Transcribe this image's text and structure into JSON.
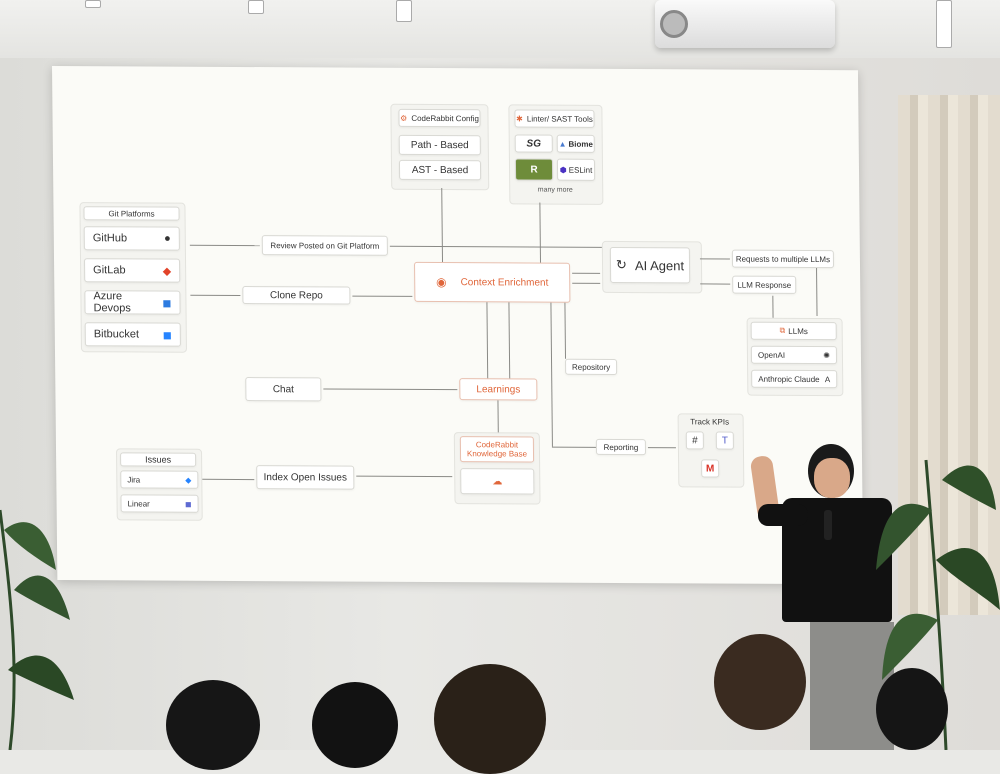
{
  "slide": {
    "config": {
      "title": "CodeRabbit Config",
      "items": [
        "Path - Based",
        "AST - Based"
      ]
    },
    "linters": {
      "title": "Linter/ SAST Tools",
      "tools": [
        "SG",
        "Biome",
        "R",
        "ESLint"
      ],
      "more": "many more"
    },
    "git": {
      "title": "Git Platforms",
      "items": [
        "GitHub",
        "GitLab",
        "Azure Devops",
        "Bitbucket"
      ]
    },
    "review_posted": "Review Posted on Git Platform",
    "clone_repo": "Clone Repo",
    "context": "Context Enrichment",
    "agent": "AI Agent",
    "requests": "Requests to multiple LLMs",
    "llm_response": "LLM Response",
    "llms": {
      "title": "LLMs",
      "items": [
        "OpenAI",
        "Anthropic Claude"
      ]
    },
    "repository": "Repository",
    "chat": "Chat",
    "learnings": "Learnings",
    "kb": {
      "line1": "CodeRabbit",
      "line2": "Knowledge Base"
    },
    "reporting": "Reporting",
    "kpis": {
      "title": "Track KPIs"
    },
    "issues": {
      "title": "Issues",
      "items": [
        "Jira",
        "Linear"
      ]
    },
    "index_issues": "Index Open Issues"
  },
  "colors": {
    "accent": "#e0663a"
  }
}
